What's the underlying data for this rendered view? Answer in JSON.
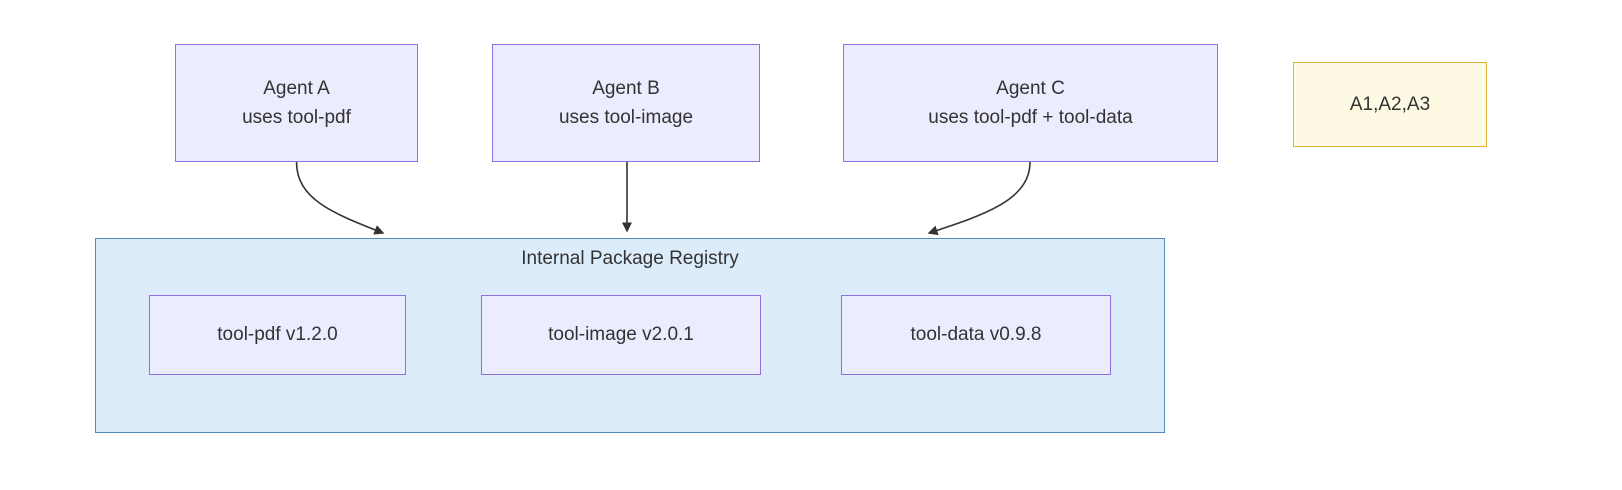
{
  "diagram": {
    "agents": [
      {
        "title": "Agent A",
        "subtitle": "uses tool-pdf"
      },
      {
        "title": "Agent B",
        "subtitle": "uses tool-image"
      },
      {
        "title": "Agent C",
        "subtitle": "uses tool-pdf + tool-data"
      }
    ],
    "note": {
      "label": "A1,A2,A3"
    },
    "registry": {
      "title": "Internal Package Registry",
      "packages": [
        {
          "label": "tool-pdf v1.2.0"
        },
        {
          "label": "tool-image v2.0.1"
        },
        {
          "label": "tool-data v0.9.8"
        }
      ]
    },
    "colors": {
      "agent_fill": "#ececff",
      "agent_border": "#9370db",
      "note_fill": "#fdf9e2",
      "note_border": "#e3b33d",
      "registry_fill": "#dcecfb",
      "registry_border": "#5588bb",
      "edge": "#333333",
      "text": "#333333"
    }
  }
}
